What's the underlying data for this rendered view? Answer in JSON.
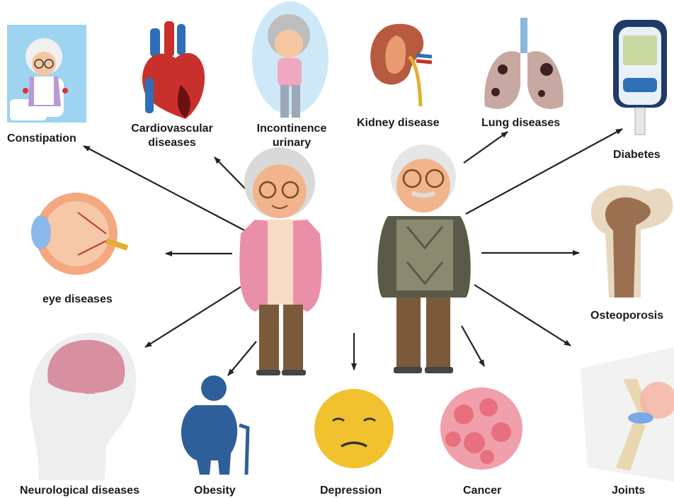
{
  "labels": {
    "constipation": "Constipation",
    "cardiovascular_line1": "Cardiovascular",
    "cardiovascular_line2": "diseases",
    "incontinence_line1": "Incontinence",
    "incontinence_line2": "urinary",
    "kidney": "Kidney disease",
    "lung": "Lung diseases",
    "diabetes": "Diabetes",
    "eye": "eye diseases",
    "osteoporosis": "Osteoporosis",
    "neurological": "Neurological diseases",
    "obesity": "Obesity",
    "depression": "Depression",
    "cancer": "Cancer",
    "joints": "Joints"
  },
  "colors": {
    "arrow": "#222222",
    "woman_cardigan": "#e990a8",
    "man_sweater": "#5b5a48",
    "trousers": "#7a5a3a",
    "skin": "#f2b48c",
    "hair": "#d9d9d9",
    "heart_red": "#c8302c",
    "obesity_blue": "#2f5f9a",
    "depression_yellow": "#f2c12e",
    "cancer_pink": "#f0a0aa",
    "bone": "#c8a070",
    "brain_pink": "#d890a0"
  }
}
